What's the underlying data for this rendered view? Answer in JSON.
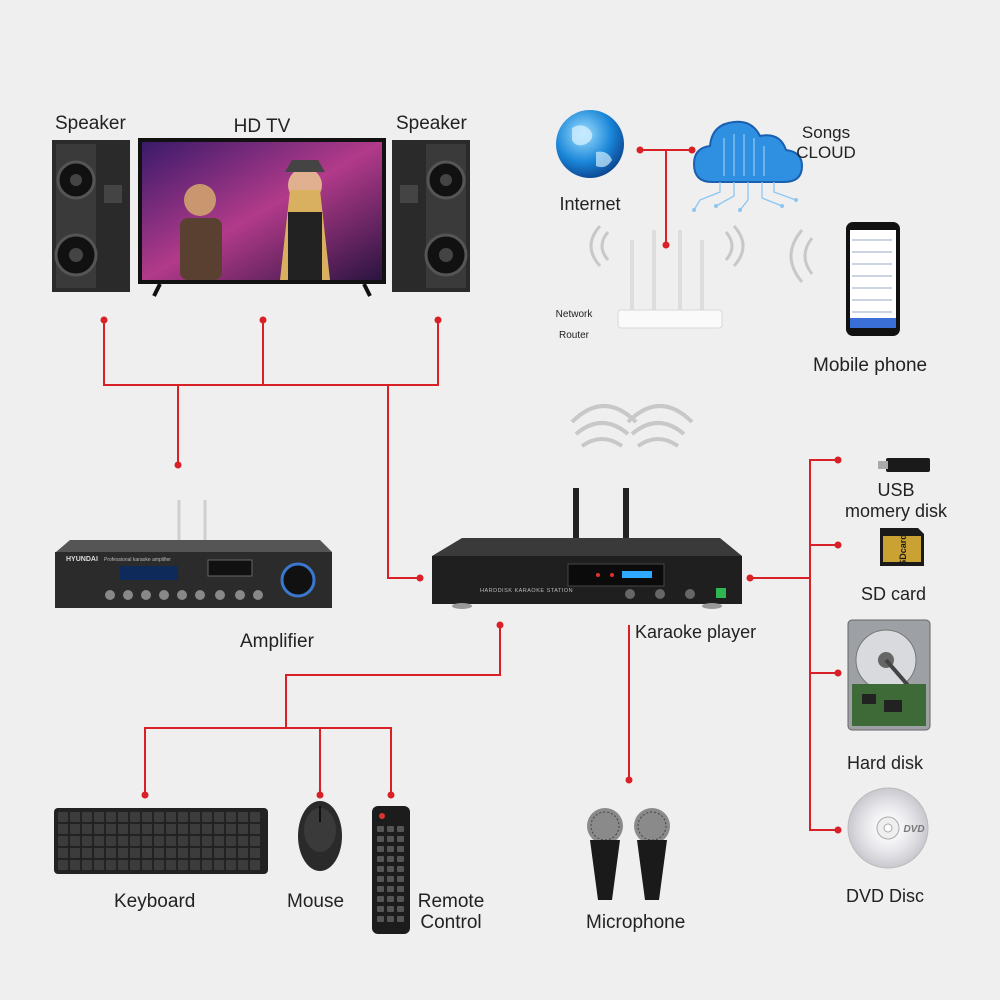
{
  "colors": {
    "wire": "#d92027",
    "device": "#1c1c1c",
    "background": "#efefef"
  },
  "labels": {
    "speaker_left": "Speaker",
    "hd_tv": "HD TV",
    "speaker_right": "Speaker",
    "internet": "Internet",
    "songs_cloud": "Songs\nCLOUD",
    "network_router": "Network\nRouter",
    "mobile_phone": "Mobile phone",
    "usb_disk": "USB\nmomery disk",
    "sd_card": "SD card",
    "hard_disk": "Hard disk",
    "dvd_disc": "DVD Disc",
    "amplifier": "Amplifier",
    "karaoke_player": "Karaoke player",
    "keyboard": "Keyboard",
    "mouse": "Mouse",
    "remote_control": "Remote\nControl",
    "microphone": "Microphone"
  },
  "device_text": {
    "amp_brand": "HYUNDAI",
    "amp_model": "Professional karaoke amplifier",
    "player_panel": "HARDDISK KARAOKE STATION",
    "sd_brand": "SDcard",
    "dvd_logo": "DVD"
  },
  "icons": [
    "globe-icon",
    "cloud-icon",
    "router-icon",
    "wifi-waves-icon",
    "smartphone-icon"
  ]
}
